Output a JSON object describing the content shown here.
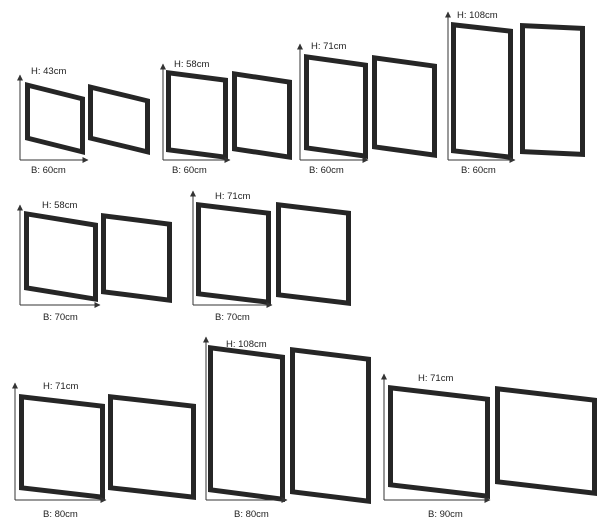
{
  "colors": {
    "frame": "#262626",
    "arrow": "#333333",
    "text": "#222222"
  },
  "frames": [
    {
      "height_label": "H: 43cm",
      "width_label": "B: 60cm"
    },
    {
      "height_label": "H: 58cm",
      "width_label": "B: 60cm"
    },
    {
      "height_label": "H: 71cm",
      "width_label": "B: 60cm"
    },
    {
      "height_label": "H: 108cm",
      "width_label": "B: 60cm"
    },
    {
      "height_label": "H: 58cm",
      "width_label": "B: 70cm"
    },
    {
      "height_label": "H: 71cm",
      "width_label": "B: 70cm"
    },
    {
      "height_label": "H: 71cm",
      "width_label": "B: 80cm"
    },
    {
      "height_label": "H: 108cm",
      "width_label": "B: 80cm"
    },
    {
      "height_label": "H: 71cm",
      "width_label": "B: 90cm"
    }
  ]
}
